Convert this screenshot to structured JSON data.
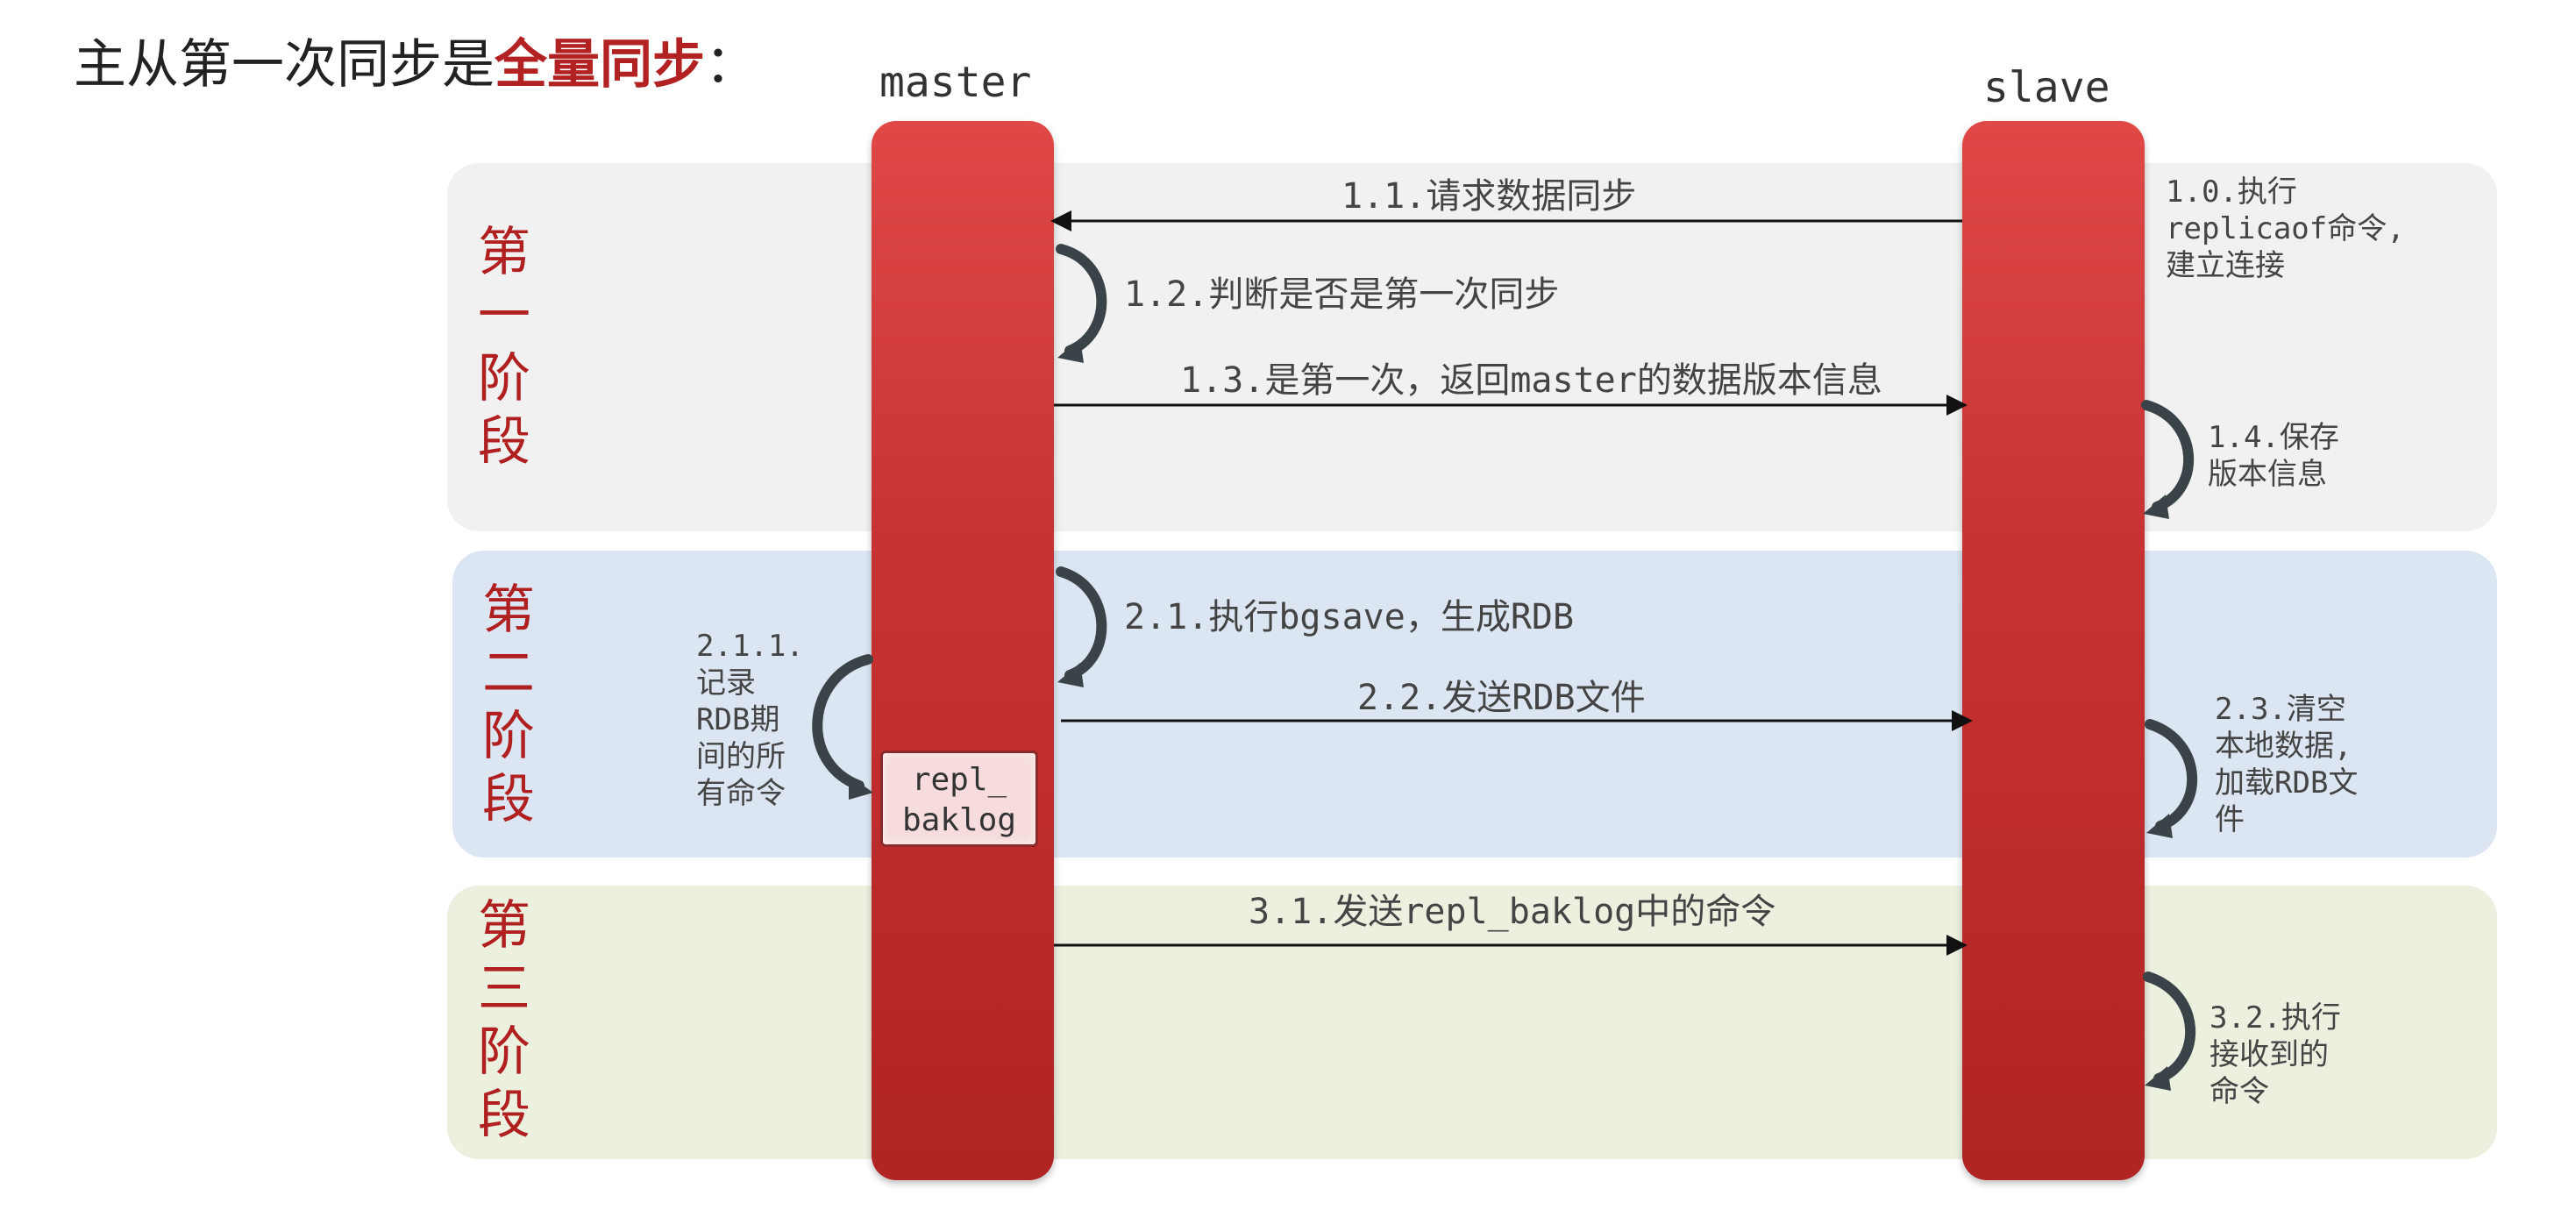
{
  "title": {
    "prefix": "主从第一次同步是",
    "highlight": "全量同步",
    "suffix": "："
  },
  "lanes": {
    "master": "master",
    "slave": "slave"
  },
  "phases": {
    "one": [
      "第",
      "一",
      "阶",
      "段"
    ],
    "two": [
      "第",
      "二",
      "阶",
      "段"
    ],
    "three": [
      "第",
      "三",
      "阶",
      "段"
    ]
  },
  "steps": {
    "s1_0": "1.0.执行\nreplicaof命令,\n建立连接",
    "s1_1": "1.1.请求数据同步",
    "s1_2": "1.2.判断是否是第一次同步",
    "s1_3": "1.3.是第一次，返回master的数据版本信息",
    "s1_4": "1.4.保存\n版本信息",
    "s2_1": "2.1.执行bgsave，生成RDB",
    "s2_1_1": "2.1.1.\n记录\nRDB期\n间的所\n有命令",
    "s2_2": "2.2.发送RDB文件",
    "s2_3": "2.3.清空\n本地数据,\n加载RDB文\n件",
    "s3_1": "3.1.发送repl_baklog中的命令",
    "s3_2": "3.2.执行\n接收到的\n命令"
  },
  "buffer": {
    "label": "repl_\nbaklog"
  },
  "colors": {
    "accent": "#b22222",
    "lane_bar": "#c83232",
    "band1": "#f1f1f1",
    "band2": "#dce6f2",
    "band3": "#ebf0df",
    "arrow": "#111111",
    "loop_arrow": "#3a4448"
  }
}
